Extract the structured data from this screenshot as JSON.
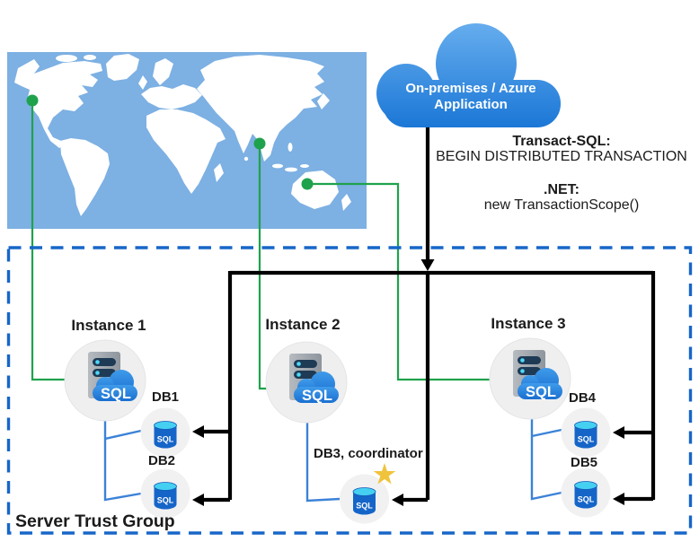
{
  "cloud": {
    "line1": "On-premises / Azure",
    "line2": "Application"
  },
  "commands": {
    "tsql_title": "Transact-SQL:",
    "tsql_body": "BEGIN DISTRIBUTED TRANSACTION",
    "dotnet_title": ".NET:",
    "dotnet_body": "new TransactionScope()"
  },
  "instances": [
    {
      "label": "Instance 1"
    },
    {
      "label": "Instance 2"
    },
    {
      "label": "Instance 3"
    }
  ],
  "databases": [
    {
      "label": "DB1"
    },
    {
      "label": "DB2"
    },
    {
      "label": "DB3, coordinator",
      "coordinator": true
    },
    {
      "label": "DB4"
    },
    {
      "label": "DB5"
    }
  ],
  "icons": {
    "sql_label": "SQL"
  },
  "trust_group": {
    "label": "Server Trust Group"
  },
  "colors": {
    "map_water": "#7DB0E3",
    "map_land": "#ffffff",
    "marker_green": "#1FA24C",
    "connector_blue": "#3B82D8",
    "trust_border": "#1766C8",
    "line_black": "#000000",
    "cloud_top": "#66ADEE",
    "cloud_bottom": "#1B77D6",
    "db_body": "#1565C8",
    "db_top": "#45D0F2",
    "server_bar": "#1E3A55",
    "star_gold": "#EFC33C"
  }
}
